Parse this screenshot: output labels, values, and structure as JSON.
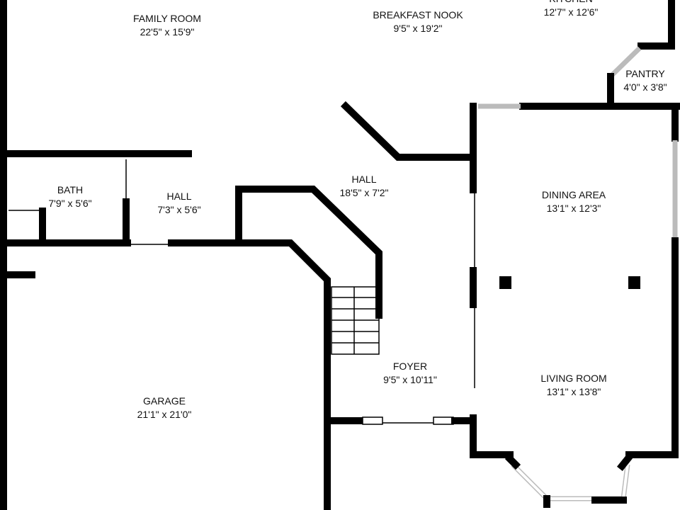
{
  "rooms": [
    {
      "name": "FAMILY ROOM",
      "size": "22'5\" x 15'9\""
    },
    {
      "name": "BREAKFAST NOOK",
      "size": "9'5\" x 19'2\""
    },
    {
      "name": "KITCHEN",
      "size": "12'7\" x 12'6\""
    },
    {
      "name": "PANTRY",
      "size": "4'0\" x 3'8\""
    },
    {
      "name": "BATH",
      "size": "7'9\" x 5'6\""
    },
    {
      "name": "HALL",
      "size": "7'3\" x 5'6\""
    },
    {
      "name": "HALL",
      "size": "18'5\" x 7'2\""
    },
    {
      "name": "DINING AREA",
      "size": "13'1\" x 12'3\""
    },
    {
      "name": "FOYER",
      "size": "9'5\" x 10'11\""
    },
    {
      "name": "LIVING ROOM",
      "size": "13'1\" x 13'8\""
    },
    {
      "name": "GARAGE",
      "size": "21'1\" x 21'0\""
    }
  ]
}
